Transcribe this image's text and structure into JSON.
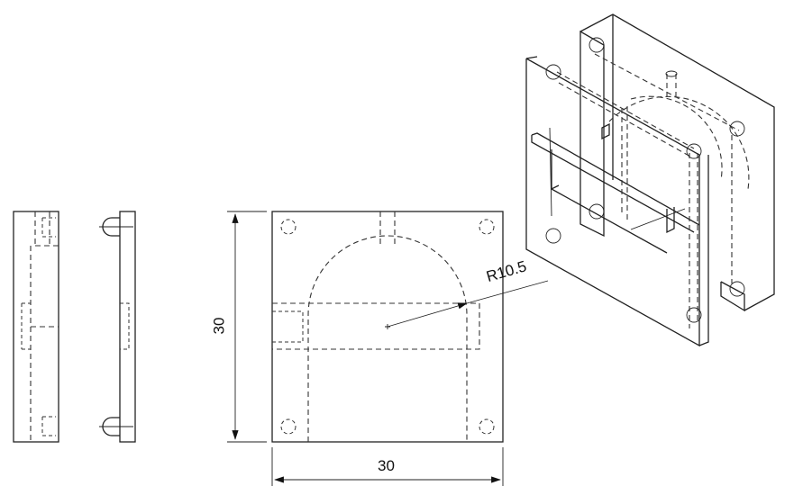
{
  "drawing": {
    "views": [
      "side-view-left",
      "side-view-right",
      "front-view",
      "isometric-view"
    ],
    "dimensions": {
      "height_label": "30",
      "width_label": "30",
      "radius_label": "R10.5"
    },
    "colors": {
      "line": "#222222",
      "background": "#ffffff"
    }
  }
}
